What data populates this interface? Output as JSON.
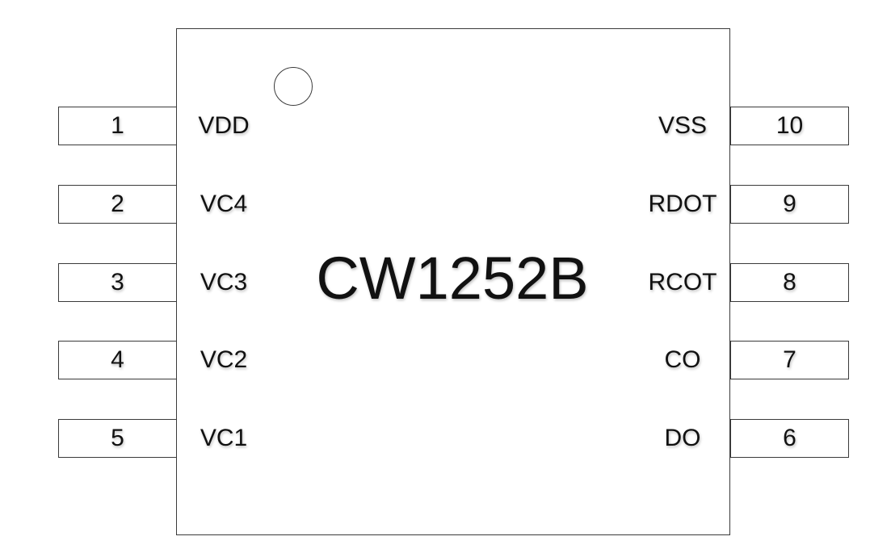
{
  "chip": {
    "name": "CW1252B"
  },
  "left_pins": [
    {
      "number": "1",
      "label": "VDD"
    },
    {
      "number": "2",
      "label": "VC4"
    },
    {
      "number": "3",
      "label": "VC3"
    },
    {
      "number": "4",
      "label": "VC2"
    },
    {
      "number": "5",
      "label": "VC1"
    }
  ],
  "right_pins": [
    {
      "number": "10",
      "label": "VSS"
    },
    {
      "number": "9",
      "label": "RDOT"
    },
    {
      "number": "8",
      "label": "RCOT"
    },
    {
      "number": "7",
      "label": "CO"
    },
    {
      "number": "6",
      "label": "DO"
    }
  ]
}
